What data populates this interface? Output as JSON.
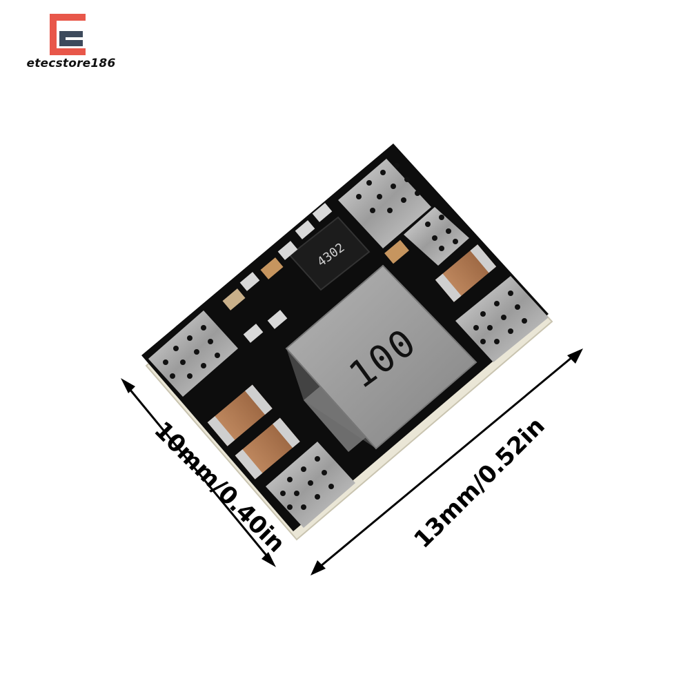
{
  "brand": {
    "name": "etecstore186",
    "logo_letter": "E",
    "logo_color": "#e8574a",
    "logo_bar_color": "#3d4a5c"
  },
  "product": {
    "chip_marking": "4302",
    "inductor_marking": "100"
  },
  "dimensions": {
    "width_label": "10mm/0.40in",
    "length_label": "13mm/0.52in"
  },
  "colors": {
    "pcb": "#0d0d0d",
    "pad": "#b9b9b9",
    "inductor": "#9a9a9a",
    "capacitor": "#b07a52"
  }
}
